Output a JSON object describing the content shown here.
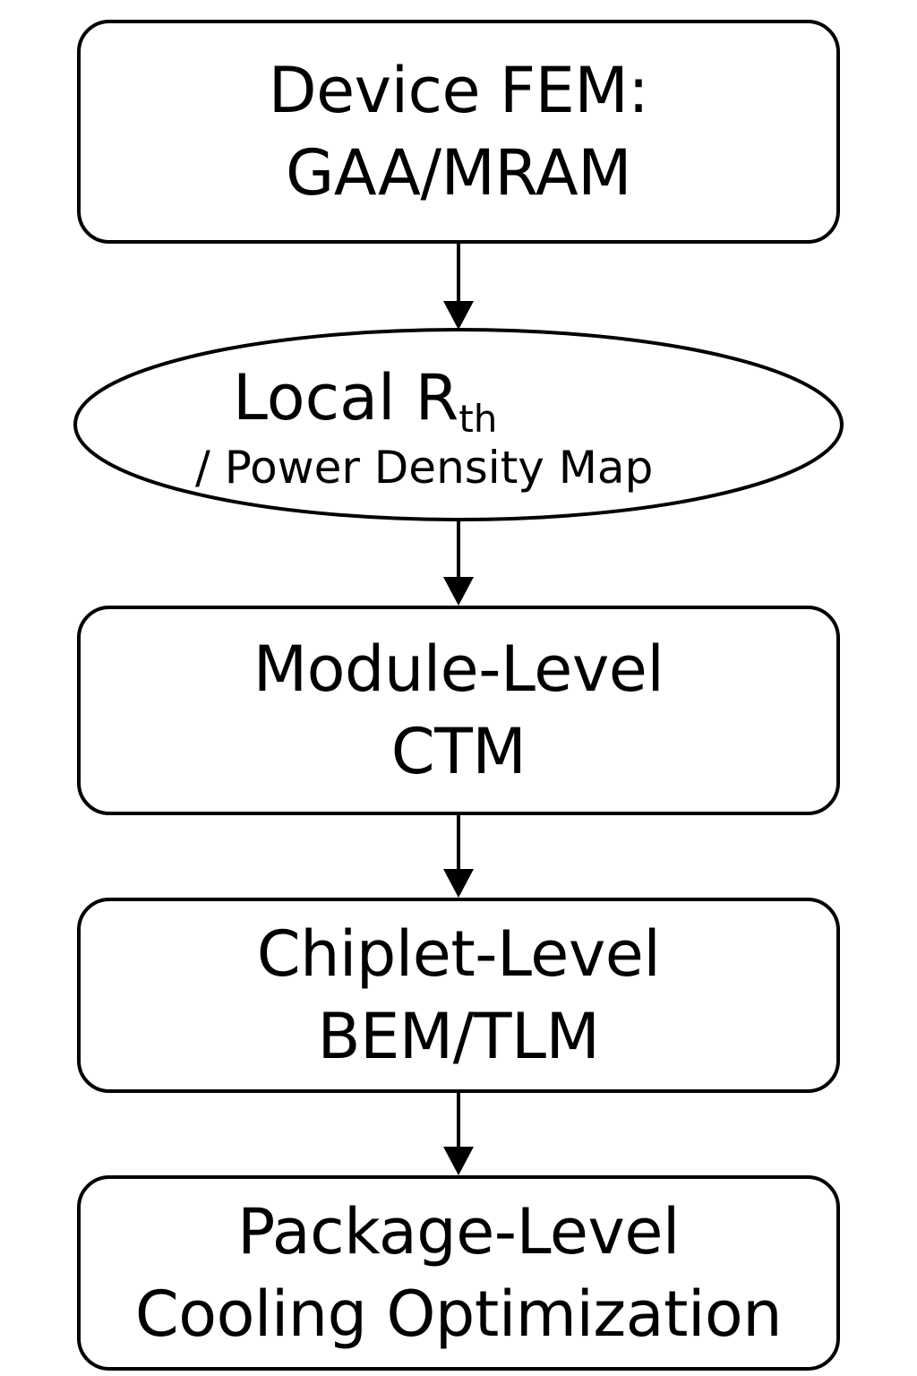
{
  "diagram": {
    "nodes": [
      {
        "id": "device-fem",
        "shape": "rounded-rect",
        "lines": [
          "Device FEM:",
          "GAA/MRAM"
        ]
      },
      {
        "id": "local-rth",
        "shape": "ellipse",
        "line1_main": "Local R",
        "line1_sub": "th",
        "line2": "/ Power Density Map"
      },
      {
        "id": "module-level",
        "shape": "rounded-rect",
        "lines": [
          "Module-Level",
          "CTM"
        ]
      },
      {
        "id": "chiplet-level",
        "shape": "rounded-rect",
        "lines": [
          "Chiplet-Level",
          "BEM/TLM"
        ]
      },
      {
        "id": "package-level",
        "shape": "rounded-rect",
        "lines": [
          "Package-Level",
          "Cooling Optimization"
        ]
      }
    ],
    "edges": [
      {
        "from": "device-fem",
        "to": "local-rth"
      },
      {
        "from": "local-rth",
        "to": "module-level"
      },
      {
        "from": "module-level",
        "to": "chiplet-level"
      },
      {
        "from": "chiplet-level",
        "to": "package-level"
      }
    ],
    "colors": {
      "stroke": "#000000",
      "fill": "#ffffff",
      "text": "#000000"
    }
  }
}
